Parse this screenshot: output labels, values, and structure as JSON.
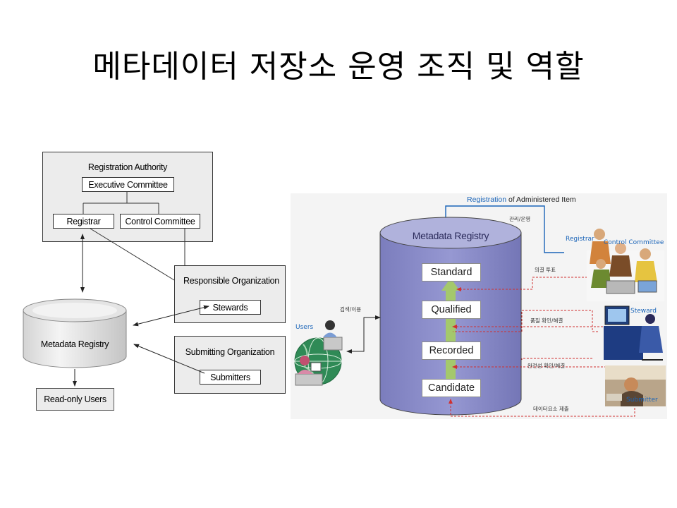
{
  "title": "메타데이터 저장소 운영 조직 및 역할",
  "left_diagram": {
    "registration_authority": "Registration Authority",
    "executive_committee": "Executive Committee",
    "registrar": "Registrar",
    "control_committee": "Control Committee",
    "responsible_org": "Responsible Organization",
    "stewards": "Stewards",
    "submitting_org": "Submitting Organization",
    "submitters": "Submitters",
    "metadata_registry": "Metadata Registry",
    "readonly_users": "Read-only Users"
  },
  "right_diagram": {
    "header_prefix": "Registration",
    "header_suffix": " of Administered Item",
    "manage_label": "관리/운영",
    "cylinder_title": "Metadata Registry",
    "stages": [
      "Standard",
      "Qualified",
      "Recorded",
      "Candidate"
    ],
    "vote_label": "의결 투표",
    "quality_label": "품질 확인/해결",
    "complete_label": "완전성 확인/해결",
    "submit_label": "데이터요소 제출",
    "search_label": "검색/이용",
    "users_label": "Users",
    "registrar_label": "Registrar",
    "control_label": "Control Committee",
    "steward_label": "Steward",
    "submitter_label": "Submitter"
  },
  "colors": {
    "cylinder": "#8c8ec8",
    "arrow_green": "#a4c86c",
    "link_blue": "#1a64b8",
    "dash_red": "#d03030",
    "panel_bg": "#ececec",
    "right_bg": "#f4f4f4"
  }
}
